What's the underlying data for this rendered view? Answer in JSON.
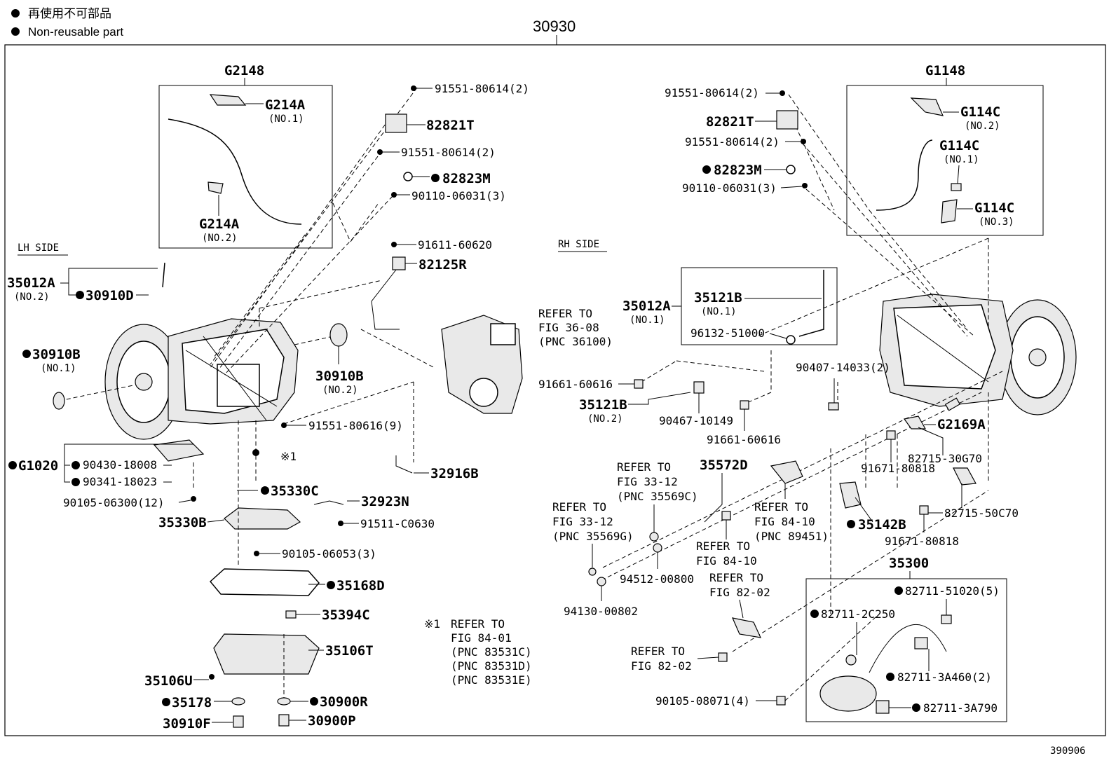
{
  "legend": {
    "jp": "再使用不可部品",
    "en": "Non-reusable part"
  },
  "assembly_number": "30930",
  "figure_number": "390906",
  "side_labels": {
    "lh": "LH SIDE",
    "rh": "RH SIDE"
  },
  "groups": {
    "g2148": "G2148",
    "g1148": "G1148",
    "p35300": "35300"
  },
  "parts": {
    "g214a_1": "G214A",
    "g214a_1_sub": "(NO.1)",
    "g214a_2": "G214A",
    "g214a_2_sub": "(NO.2)",
    "p91551_806142_a": "91551-80614(2)",
    "p82821t_a": "82821T",
    "p91551_806142_b": "91551-80614(2)",
    "p82823m_a": "82823M",
    "p90110_06031_a": "90110-06031(3)",
    "p91611_60620": "91611-60620",
    "p82125r": "82125R",
    "p35012a_2": "35012A",
    "p35012a_2_sub": "(NO.2)",
    "p30910d": "30910D",
    "p30910b_1": "30910B",
    "p30910b_1_sub": "(NO.1)",
    "p30910b_2": "30910B",
    "p30910b_2_sub": "(NO.2)",
    "refer_3608_a": "REFER TO",
    "refer_3608_b": "FIG 36-08",
    "refer_3608_c": "(PNC 36100)",
    "p91551_806169": "91551-80616(9)",
    "p32916b": "32916B",
    "pg1020": "G1020",
    "p90430": "90430-18008",
    "p90341": "90341-18023",
    "p90105_0630012": "90105-06300(12)",
    "p35330b": "35330B",
    "p35330c": "35330C",
    "p32923n": "32923N",
    "p91511": "91511-C0630",
    "p90105_06053": "90105-06053(3)",
    "p35168d": "35168D",
    "p35394c": "35394C",
    "p35106t": "35106T",
    "p35106u": "35106U",
    "p35178": "35178",
    "p30900r": "30900R",
    "p30910f": "30910F",
    "p30900p": "30900P",
    "note1_mark": "※1",
    "note1_a": "REFER TO",
    "note1_b": "FIG 84-01",
    "note1_c": "(PNC 83531C)",
    "note1_d": "(PNC 83531D)",
    "note1_e": "(PNC 83531E)",
    "mark_x1": "※1",
    "r91551_806142_a": "91551-80614(2)",
    "r82821t": "82821T",
    "r91551_806142_b": "91551-80614(2)",
    "r82823m": "82823M",
    "r90110_06031": "90110-06031(3)",
    "g114c_2": "G114C",
    "g114c_2_sub": "(NO.2)",
    "g114c_1": "G114C",
    "g114c_1_sub": "(NO.1)",
    "g114c_3": "G114C",
    "g114c_3_sub": "(NO.3)",
    "r35012a_1": "35012A",
    "r35012a_1_sub": "(NO.1)",
    "r35121b_1": "35121B",
    "r35121b_1_sub": "(NO.1)",
    "r96132": "96132-51000",
    "r91661_60616_a": "91661-60616",
    "r35121b_2": "35121B",
    "r35121b_2_sub": "(NO.2)",
    "r90467": "90467-10149",
    "r91661_60616_b": "91661-60616",
    "r90407": "90407-14033(2)",
    "rg2169a": "G2169A",
    "r82715_30g70": "82715-30G70",
    "r91671_80818_a": "91671-80818",
    "r82715_50c70": "82715-50C70",
    "r91671_80818_b": "91671-80818",
    "r35572d": "35572D",
    "ref3312a_a": "REFER TO",
    "ref3312a_b": "FIG 33-12",
    "ref3312a_c": "(PNC 35569C)",
    "ref3312g_a": "REFER TO",
    "ref3312g_b": "FIG 33-12",
    "ref3312g_c": "(PNC 35569G)",
    "ref8410a_a": "REFER TO",
    "ref8410a_b": "FIG 84-10",
    "ref8410a_c": "(PNC 89451)",
    "ref8410b_a": "REFER TO",
    "ref8410b_b": "FIG 84-10",
    "r35142b": "35142B",
    "r94512": "94512-00800",
    "r94130": "94130-00802",
    "ref8202a_a": "REFER TO",
    "ref8202a_b": "FIG 82-02",
    "ref8202b_a": "REFER TO",
    "ref8202b_b": "FIG 82-02",
    "r90105_08071": "90105-08071(4)",
    "r82711_51020": "82711-51020(5)",
    "r82711_2c250": "82711-2C250",
    "r82711_3a460": "82711-3A460(2)",
    "r82711_3a790": "82711-3A790"
  }
}
